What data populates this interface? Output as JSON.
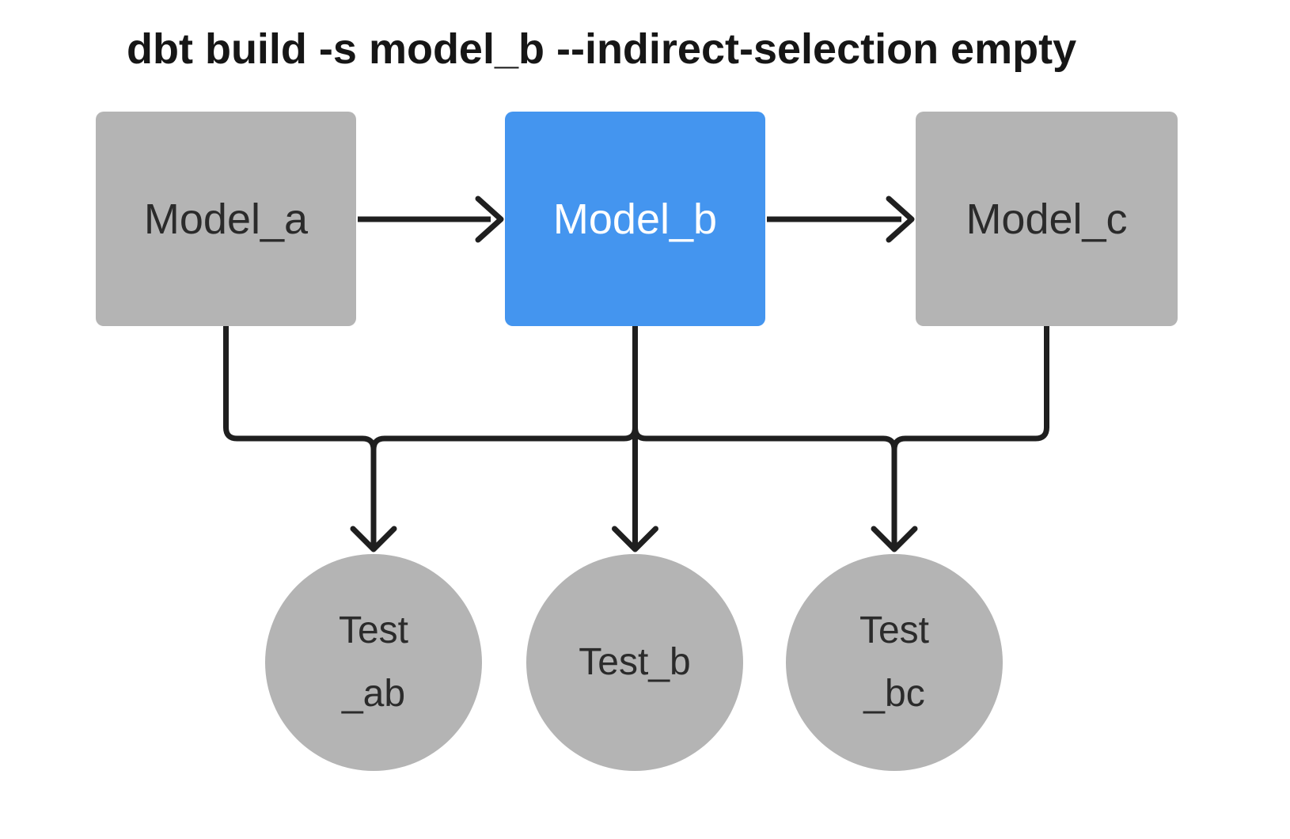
{
  "title": "dbt build -s model_b --indirect-selection empty",
  "colors": {
    "selected_node": "#4495ef",
    "unselected_node": "#b4b4b4",
    "edge": "#1f1f1f",
    "background": "#ffffff"
  },
  "nodes": {
    "model_a": {
      "label": "Model_a",
      "kind": "model",
      "state": "unselected"
    },
    "model_b": {
      "label": "Model_b",
      "kind": "model",
      "state": "selected"
    },
    "model_c": {
      "label": "Model_c",
      "kind": "model",
      "state": "unselected"
    },
    "test_ab": {
      "lines": [
        "Test",
        "_ab"
      ],
      "kind": "test",
      "state": "unselected"
    },
    "test_b": {
      "lines": [
        "Test_b"
      ],
      "kind": "test",
      "state": "unselected"
    },
    "test_bc": {
      "lines": [
        "Test",
        "_bc"
      ],
      "kind": "test",
      "state": "unselected"
    }
  },
  "edges": [
    {
      "from": "model_a",
      "to": "model_b"
    },
    {
      "from": "model_b",
      "to": "model_c"
    },
    {
      "from": "model_a",
      "to": "test_ab"
    },
    {
      "from": "model_b",
      "to": "test_ab"
    },
    {
      "from": "model_b",
      "to": "test_b"
    },
    {
      "from": "model_b",
      "to": "test_bc"
    },
    {
      "from": "model_c",
      "to": "test_bc"
    }
  ]
}
